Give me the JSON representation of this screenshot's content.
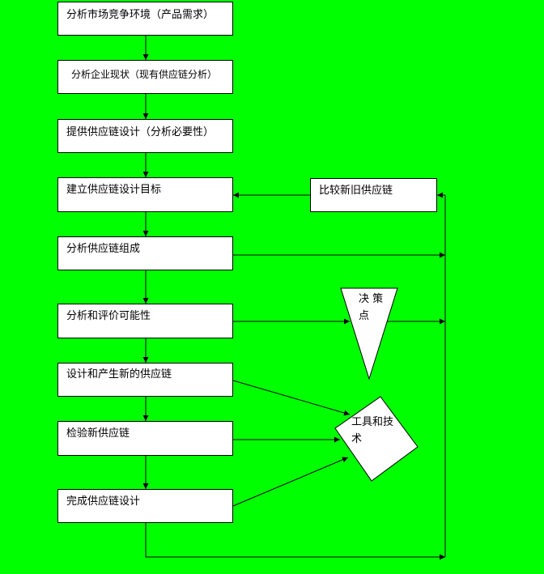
{
  "steps": [
    "分析市场竞争环境（产品需求）",
    "分析企业现状（现有供应链分析）",
    "提供供应链设计（分析必要性）",
    "建立供应链设计目标",
    "分析供应链组成",
    "分析和评价可能性",
    "设计和产生新的供应链",
    "检验新供应链",
    "完成供应链设计"
  ],
  "compare": "比较新旧供应链",
  "decision": {
    "line1": "决 策",
    "line2": "点"
  },
  "tools": {
    "line1": "工具和技",
    "line2": "术"
  },
  "colors": {
    "background": "#00ff00",
    "box": "#ffffff",
    "line": "#000000"
  }
}
